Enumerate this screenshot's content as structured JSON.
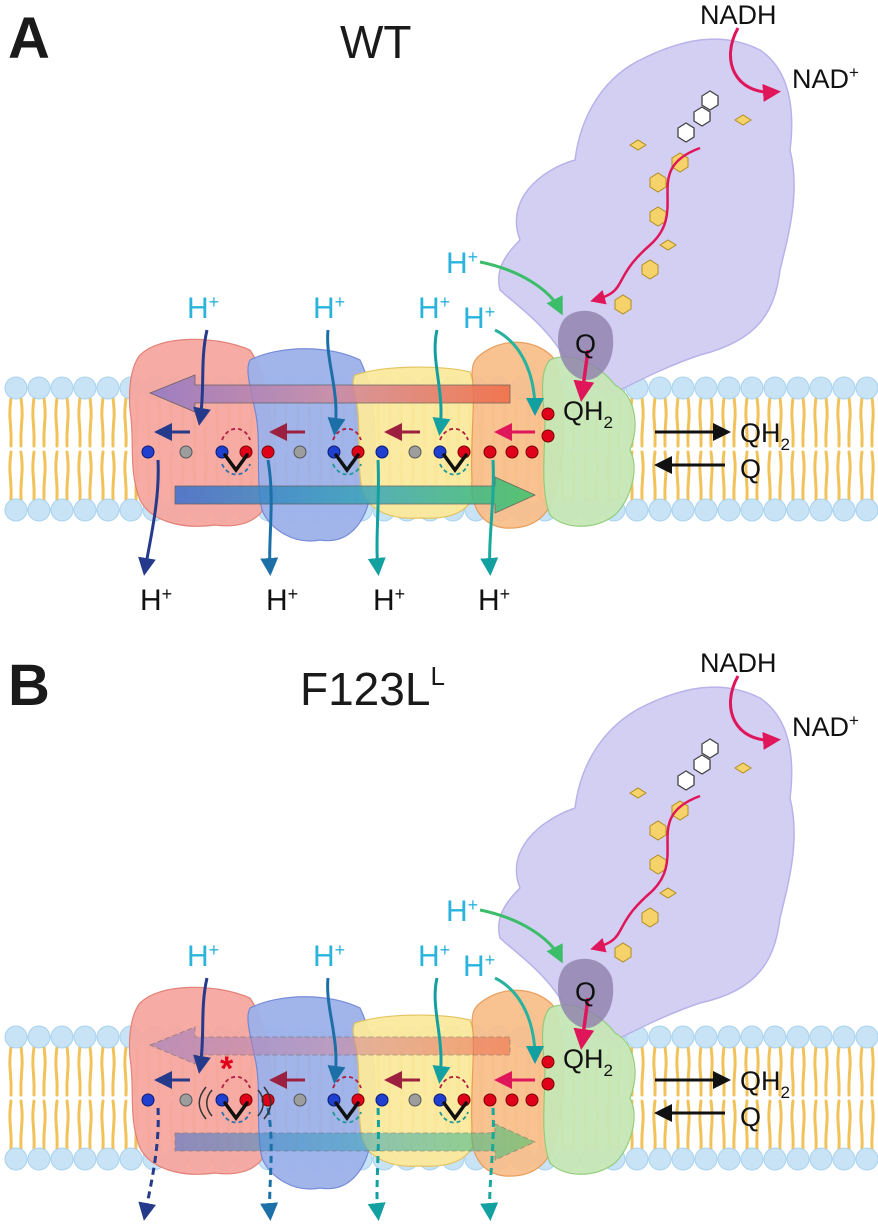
{
  "colors": {
    "membrane_head": "#c7e3f5",
    "membrane_tail": "#f2c25a",
    "arm_purple": "#cfcbf1",
    "red_subunit": "#f6a8a0",
    "blue_subunit": "#9fb3e9",
    "yellow_subunit": "#fbea9d",
    "orange_subunit": "#f8c08f",
    "green_subunit": "#c8e6b8",
    "electron_path": "#e0165a",
    "proton_label": "#29b3dd"
  },
  "panels": [
    {
      "letter": "A",
      "title": "WT",
      "title_sup": "",
      "nadh": "NADH",
      "nad": "NAD",
      "nad_sup": "+",
      "q_site": "Q",
      "qh2_site": "QH",
      "qh2_sub": "2",
      "qh2_out": "QH",
      "qh2_out_sub": "2",
      "q_in": "Q",
      "h_plus": "H",
      "plus": "+",
      "mutation_mark": ""
    },
    {
      "letter": "B",
      "title": "F123L",
      "title_sup": "L",
      "nadh": "NADH",
      "nad": "NAD",
      "nad_sup": "+",
      "q_site": "Q",
      "qh2_site": "QH",
      "qh2_sub": "2",
      "qh2_out": "QH",
      "qh2_out_sub": "2",
      "q_in": "Q",
      "h_plus": "H",
      "plus": "+",
      "mutation_mark": "*"
    }
  ]
}
